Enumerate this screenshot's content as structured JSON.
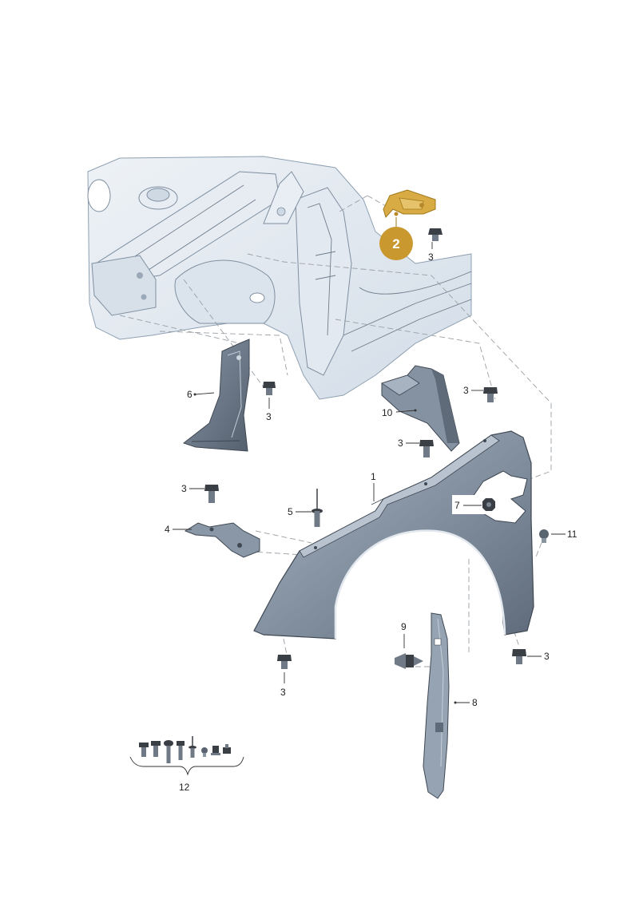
{
  "callouts": {
    "c1": "1",
    "c2": "2",
    "c3": "3",
    "c4": "4",
    "c5": "5",
    "c6": "6",
    "c7": "7",
    "c8": "8",
    "c9": "9",
    "c10": "10",
    "c11": "11",
    "c12": "12"
  },
  "colors": {
    "body_fill": "#dfe7ef",
    "part_dark": "#6f7c8c",
    "part_mid": "#9aa8b8",
    "highlight": "#d4a437",
    "background": "#ffffff"
  }
}
